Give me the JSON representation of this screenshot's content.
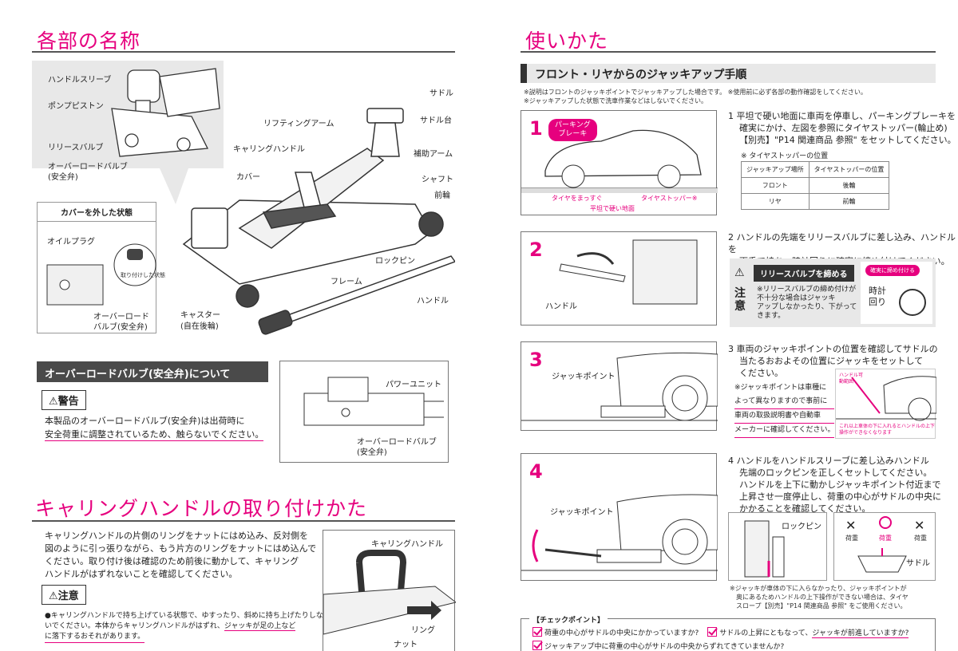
{
  "left": {
    "title_parts": "各部の名称",
    "parts": {
      "handle_sleeve": "ハンドルスリーブ",
      "pump_piston": "ポンプピストン",
      "release_valve": "リリースバルブ",
      "overload_valve": "オーバーロードバルブ",
      "overload_valve_sub": "(安全弁)",
      "lifting_arm": "リフティングアーム",
      "carrying_handle": "キャリングハンドル",
      "saddle": "サドル",
      "saddle_base": "サドル台",
      "aux_arm": "補助アーム",
      "shaft": "シャフト",
      "front_wheel": "前輪",
      "cover": "カバー",
      "lock_pin": "ロックピン",
      "frame": "フレーム",
      "handle": "ハンドル",
      "caster": "キャスター",
      "caster_sub": "(自在後輪)"
    },
    "cover_removed": {
      "title": "カバーを外した状態",
      "oil_plug": "オイルプラグ",
      "removed_note": "取り付けした状態",
      "overload1": "オーバーロード",
      "overload2": "バルブ(安全弁)"
    },
    "overload_section": {
      "title": "オーバーロードバルブ(安全弁)について",
      "warning": "警告",
      "text1": "本製品のオーバーロードバルブ(安全弁)は出荷時に",
      "text2": "安全荷重に調整されているため、触らないでください。",
      "power_unit": "パワーユニット",
      "valve1": "オーバーロードバルブ",
      "valve2": "(安全弁)"
    },
    "handle_section": {
      "title": "キャリングハンドルの取り付けかた",
      "text": [
        "キャリングハンドルの片側のリングをナットにはめ込み、反対側を",
        "図のように引っ張りながら、もう片方のリングをナットにはめ込んで",
        "ください。取り付け後は確認のため前後に動かして、キャリング",
        "ハンドルがはずれないことを確認してください。"
      ],
      "caution": "注意",
      "note1": "●キャリングハンドルで持ち上げている状態で、ゆすったり、斜めに持ち上げたりしな",
      "note2": "いでください。本体からキャリングハンドルがはずれ、",
      "note2b": "ジャッキが足の上など",
      "note3": "に落下するおそれがあります。",
      "fig_handle": "キャリングハンドル",
      "fig_ring": "リング",
      "fig_nut": "ナット"
    }
  },
  "right": {
    "title": "使いかた",
    "section": "フロント・リヤからのジャッキアップ手順",
    "notes": [
      "※説明はフロントのジャッキポイントでジャッキアップした場合です。 ※使用前に必ず各部の動作確認をしてください。",
      "※ジャッキアップした状態で洗車作業などはしないでください。"
    ],
    "steps": [
      {
        "num": "1",
        "text": [
          "1  平坦で硬い地面に車両を停車し、パーキングブレーキを",
          "確実にかけ、左図を参照にタイヤストッパー(輪止め)",
          "【別売】\"P14 関連商品 参照\" をセットしてください。"
        ]
      },
      {
        "num": "2",
        "text": [
          "2  ハンドルの先端をリリースバルブに差し込み、ハンドルを",
          "両手で持ち、時計回りに確実に締め付けてください。"
        ]
      },
      {
        "num": "3",
        "text": [
          "3  車両のジャッキポイントの位置を確認してサドルの",
          "当たるおおよその位置にジャッキをセットして",
          "ください。"
        ]
      },
      {
        "num": "4",
        "text": [
          "4  ハンドルをハンドルスリーブに差し込みハンドル",
          "先端のロックピンを正しくセットしてください。",
          "ハンドルを上下に動かしジャッキポイント付近まで",
          "上昇させ一度停止し、荷重の中心がサドルの中央に",
          "かかることを確認してください。"
        ]
      }
    ],
    "step1_fig": {
      "parking": "パーキング",
      "brake": "ブレーキ",
      "tire_straight": "タイヤをまっすぐ",
      "tire_stopper": "タイヤストッパー※",
      "flat_ground": "平坦で硬い地面"
    },
    "stopper": {
      "title": "※ タイヤストッパーの位置",
      "headers": [
        "ジャッキアップ場所",
        "タイヤストッパーの位置"
      ],
      "rows": [
        [
          "フロント",
          "後輪"
        ],
        [
          "リヤ",
          "前輪"
        ]
      ]
    },
    "step2_fig": {
      "handle": "ハンドル"
    },
    "step2_caution": {
      "bar": "リリースバルブを締める",
      "chui": "注意",
      "text": [
        "※リリースバルブの締め付けが",
        "不十分な場合はジャッキ",
        "アップしなかったり、下がって",
        "きます。"
      ],
      "pill": "確実に締め付ける",
      "clockwise": "時計",
      "clockwise2": "回り"
    },
    "step3_fig": {
      "jack_point": "ジャッキポイント"
    },
    "step3_note": [
      "※ジャッキポイントは車種に",
      "よって異なりますので事前に",
      "車両の取扱説明書や自動車",
      "メーカーに確認してください。"
    ],
    "step3_small": {
      "handle_range": "ハンドル可動範囲",
      "caption": "これ以上車体の下に入れるとハンドルの上下操作ができなくなります"
    },
    "step4_fig": {
      "jack_point": "ジャッキポイント",
      "lock_pin": "ロックピン",
      "load": "荷重",
      "saddle": "サドル"
    },
    "step4_note": [
      "※ジャッキが車体の下に入らなかったり、ジャッキポイントが",
      "奥にあるためハンドルの上下操作ができない場合は、タイヤ",
      "スロープ【別売】\"P14 関連商品 参照\" をご使用ください。"
    ],
    "checkpoint": {
      "title": "【チェックポイント】",
      "items": [
        "荷重の中心がサドルの中央にかかっていますか?",
        "サドルの上昇にともなって、",
        "ジャッキが前進していますか?",
        "ジャッキアップ中に荷重の中心がサドルの中央からずれてきていませんか?"
      ]
    }
  }
}
